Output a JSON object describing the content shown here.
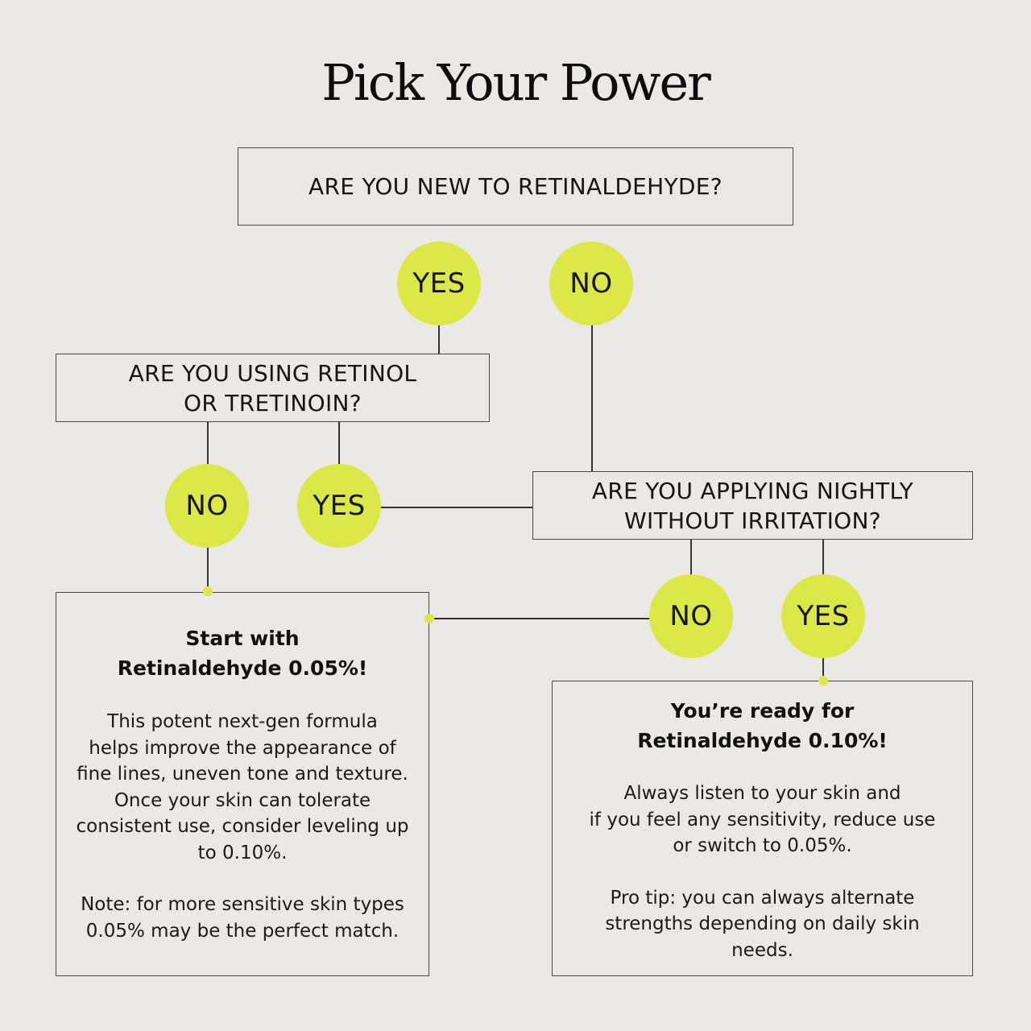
{
  "title": "Pick Your Power",
  "questions": {
    "q1": "ARE YOU NEW TO RETINALDEHYDE?",
    "q2": "ARE YOU USING RETINOL\nOR TRETINOIN?",
    "q3": "ARE YOU APPLYING NIGHTLY\nWITHOUT IRRITATION?"
  },
  "answers": {
    "q1_yes": "YES",
    "q1_no": "NO",
    "q2_no": "NO",
    "q2_yes": "YES",
    "q3_no": "NO",
    "q3_yes": "YES"
  },
  "results": {
    "low": {
      "heading": "Start with\nRetinaldehyde 0.05%!",
      "body": "This potent next-gen formula\nhelps improve the appearance of\nfine lines, uneven tone and texture.\nOnce your skin can tolerate\nconsistent use, consider leveling up\nto 0.10%.",
      "note": "Note: for more sensitive skin types\n0.05% may be the perfect match."
    },
    "high": {
      "heading": "You’re ready for\nRetinaldehyde 0.10%!",
      "body": "Always listen to your skin and\nif you feel any sensitivity, reduce use\nor switch to 0.05%.",
      "note": "Pro tip: you can always alternate\nstrengths depending on daily skin\nneeds."
    }
  },
  "colors": {
    "background": "#ebe9e6",
    "accent": "#dce847",
    "line": "#333333"
  }
}
